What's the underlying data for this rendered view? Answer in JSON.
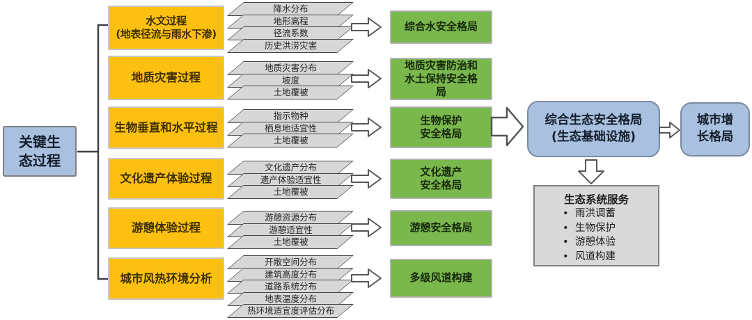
{
  "root_box": {
    "label": "关键生\n态过程"
  },
  "rows": [
    {
      "process": "水文过程\n(地表径流与雨水下渗)",
      "layers": [
        "降水分布",
        "地形高程",
        "径流系数",
        "历史洪涝灾害"
      ],
      "pattern": "综合水安全格局"
    },
    {
      "process": "地质灾害过程",
      "layers": [
        "地质灾害分布",
        "坡度",
        "土地覆被"
      ],
      "pattern": "地质灾害防治和\n水土保持安全格\n局"
    },
    {
      "process": "生物垂直和水平过程",
      "layers": [
        "指示物种",
        "栖息地适宜性",
        "土地覆被"
      ],
      "pattern": "生物保护\n安全格局"
    },
    {
      "process": "文化遗产体验过程",
      "layers": [
        "文化遗产分布",
        "遗产体验适宜性",
        "土地覆被"
      ],
      "pattern": "文化遗产\n安全格局"
    },
    {
      "process": "游憩体验过程",
      "layers": [
        "游憩资源分布",
        "游憩适宜性",
        "土地覆被"
      ],
      "pattern": "游憩安全格局"
    },
    {
      "process": "城市风热环境分析",
      "layers": [
        "开敞空间分布",
        "建筑高度分布",
        "道路系统分布",
        "地表温度分布",
        "热环境适宜度评估分布"
      ],
      "pattern": "多级风道构建"
    }
  ],
  "integration_box": {
    "label": "综合生态安全格局\n(生态基础设施)"
  },
  "growth_box": {
    "label": "城市增\n长格局"
  },
  "services_box": {
    "title": "生态系统服务",
    "bullet": "•",
    "items": [
      "雨洪调蓄",
      "生物保护",
      "游憩体验",
      "风道构建"
    ]
  },
  "colors": {
    "process_fill": "#fdc010",
    "pattern_fill": "#7ab84d",
    "blue_fill": "#a9c0de",
    "layer_fill": "#d7d7d7",
    "services_fill": "#d9d9d9",
    "arrow_outline": "#555555"
  }
}
